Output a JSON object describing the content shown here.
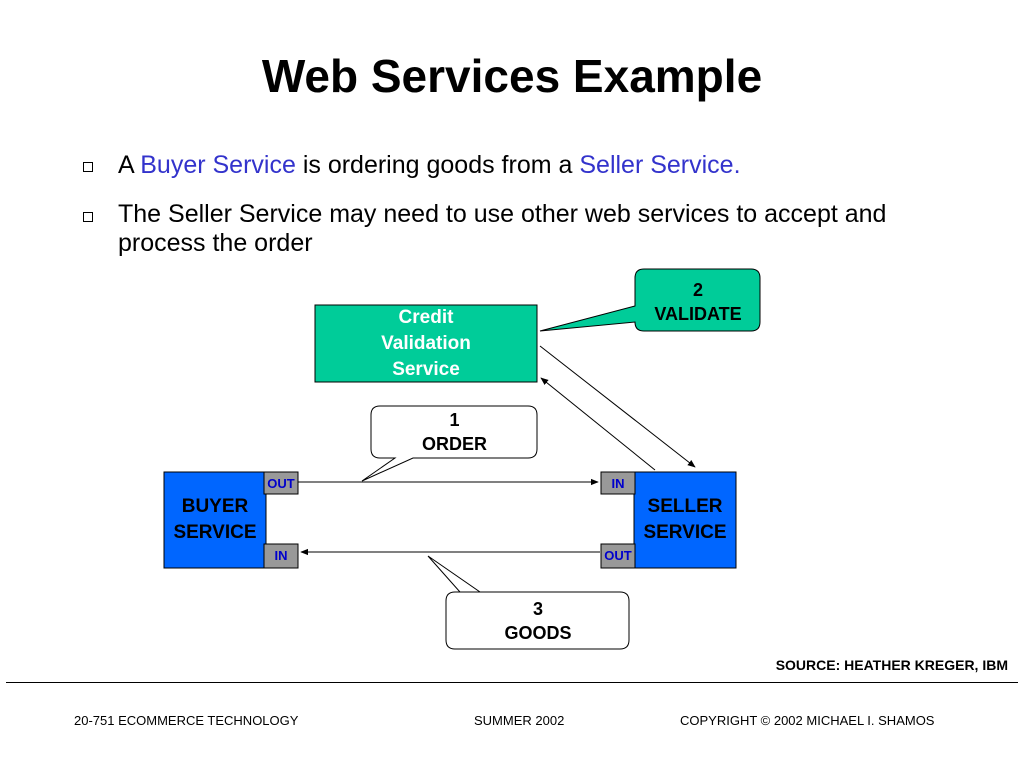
{
  "title": "Web Services Example",
  "bullets": {
    "b1": {
      "prefix": "A ",
      "term1": "Buyer Service",
      "middle": " is ordering goods from a ",
      "term2": "Seller Service."
    },
    "b2": {
      "text": "The Seller Service may need to use other web services to accept and process the order"
    }
  },
  "diagram": {
    "credit_box": "Credit\nValidation\nService",
    "buyer_box": "BUYER\nSERVICE",
    "seller_box": "SELLER\nSERVICE",
    "ports": {
      "buyer_out": "OUT",
      "buyer_in": "IN",
      "seller_in": "IN",
      "seller_out": "OUT"
    },
    "callouts": {
      "validate": "2\nVALIDATE",
      "order": "1\nORDER",
      "goods": "3\nGOODS"
    },
    "colors": {
      "credit_fill": "#00cc99",
      "service_fill": "#0066ff",
      "port_fill": "#999999",
      "validate_fill": "#00cc99"
    }
  },
  "source": "SOURCE: HEATHER KREGER, IBM",
  "footer": {
    "left": "20-751 ECOMMERCE TECHNOLOGY",
    "center": "SUMMER 2002",
    "right": "COPYRIGHT © 2002 MICHAEL I. SHAMOS"
  }
}
